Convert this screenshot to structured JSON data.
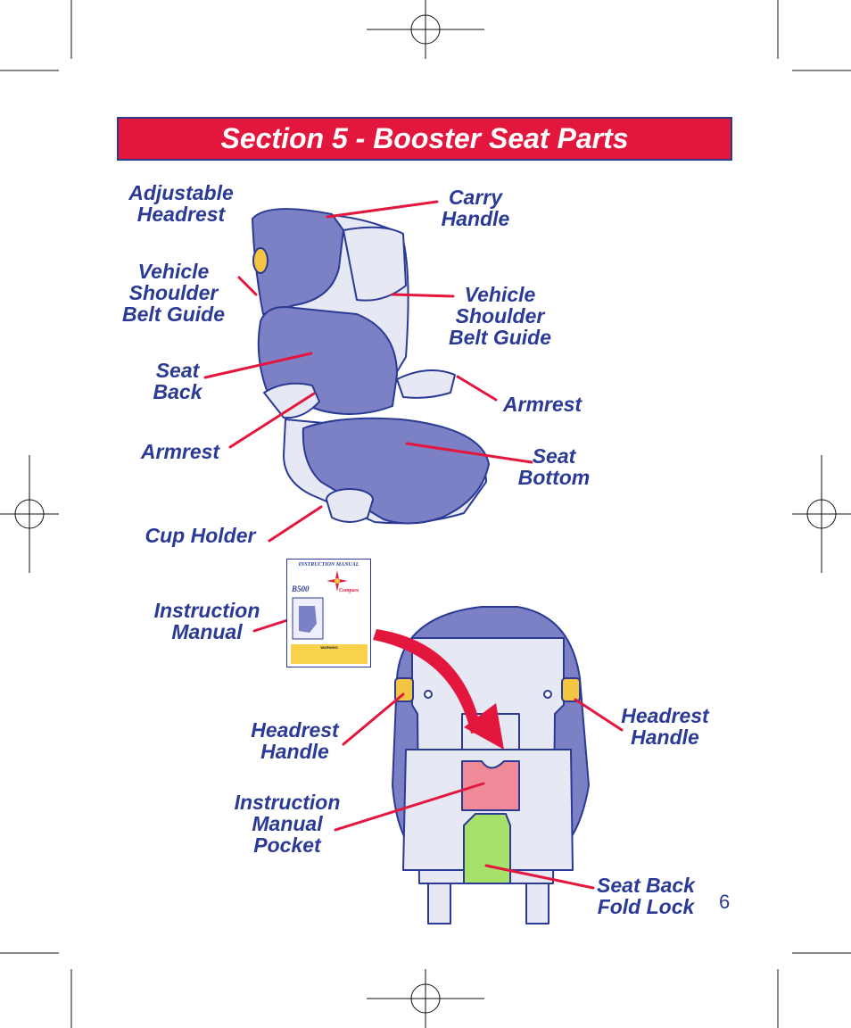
{
  "header": {
    "title": "Section 5 - Booster Seat Parts"
  },
  "labels": {
    "adjustable_headrest": "Adjustable\nHeadrest",
    "carry_handle": "Carry\nHandle",
    "vehicle_shoulder_belt_guide_left": "Vehicle\nShoulder\nBelt Guide",
    "vehicle_shoulder_belt_guide_right": "Vehicle\nShoulder\nBelt Guide",
    "seat_back": "Seat\nBack",
    "armrest_right": "Armrest",
    "armrest_left": "Armrest",
    "seat_bottom": "Seat\nBottom",
    "cup_holder": "Cup Holder",
    "instruction_manual": "Instruction\nManual",
    "headrest_handle_left": "Headrest\nHandle",
    "headrest_handle_right": "Headrest\nHandle",
    "instruction_manual_pocket": "Instruction\nManual\nPocket",
    "seat_back_fold_lock": "Seat Back\nFold Lock"
  },
  "manual_cover": {
    "title": "INSTRUCTION MANUAL",
    "model": "B500",
    "brand": "Compass",
    "warning": "WARNING"
  },
  "page_number": "6",
  "colors": {
    "header_bg": "#e3173e",
    "label_text": "#2a3a95",
    "leader_line": "#e3173e",
    "seat_fabric": "#7c80c4",
    "manual_pocket": "#f08a98",
    "fold_lock": "#a6e26a",
    "headrest_handle": "#f4c542"
  }
}
